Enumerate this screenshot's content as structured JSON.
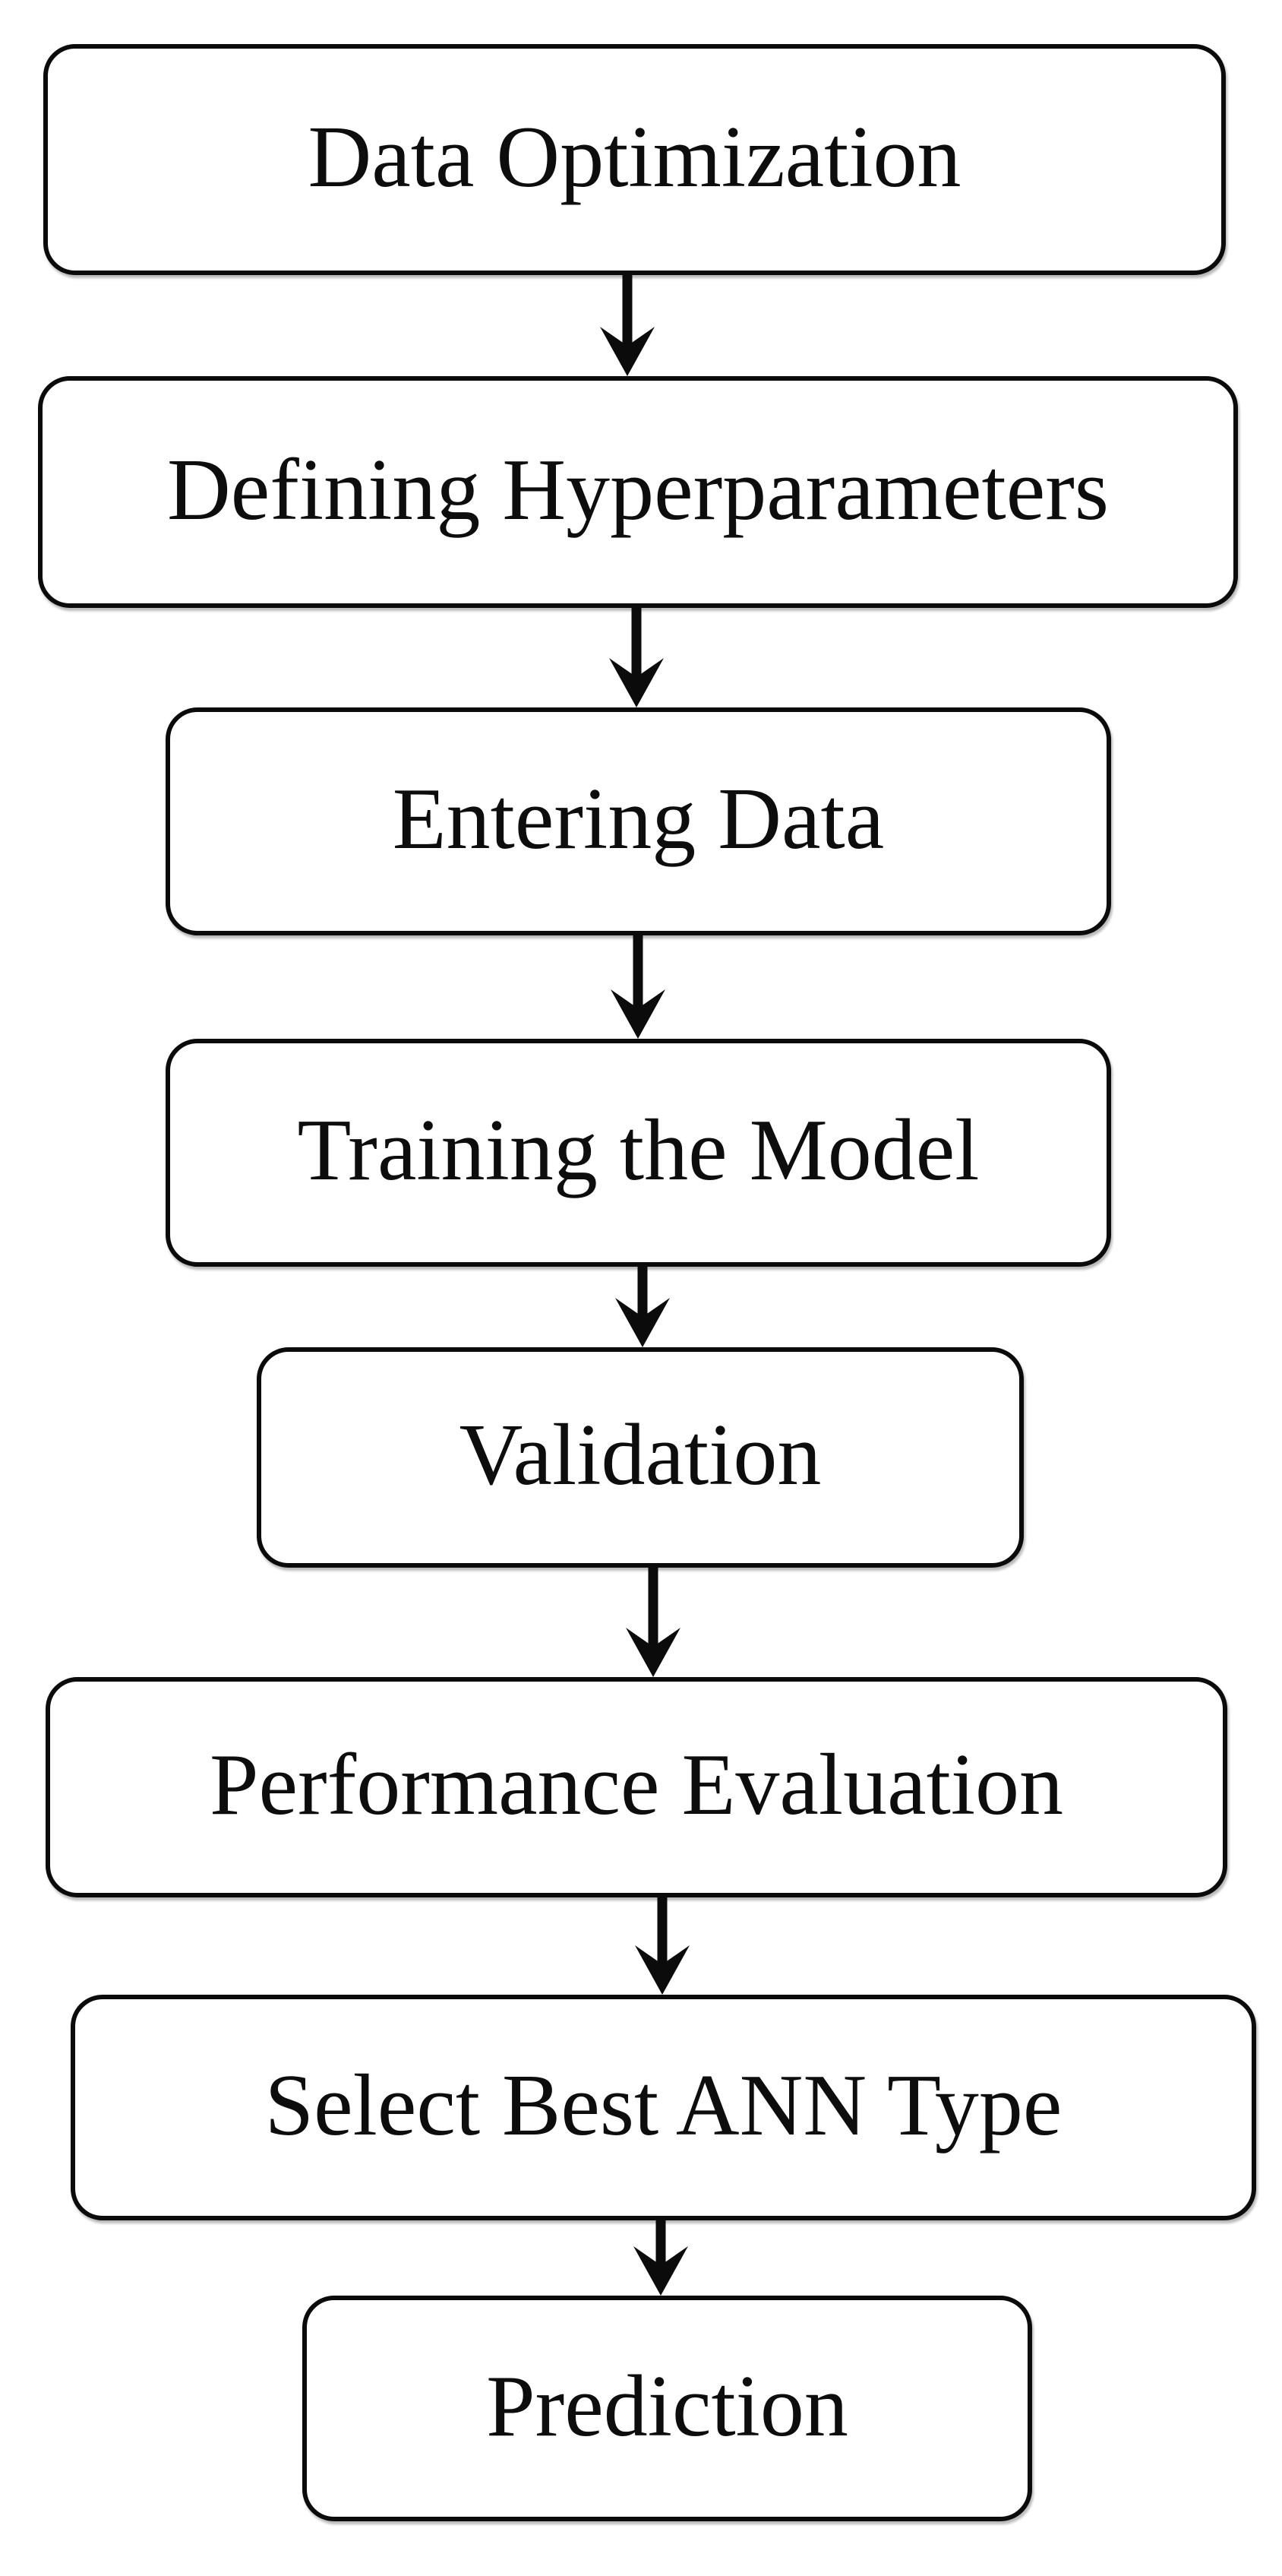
{
  "flowchart": {
    "steps": [
      {
        "label": "Data Optimization"
      },
      {
        "label": "Defining Hyperparameters"
      },
      {
        "label": "Entering Data"
      },
      {
        "label": "Training the Model"
      },
      {
        "label": "Validation"
      },
      {
        "label": "Performance Evaluation"
      },
      {
        "label": "Select Best ANN Type"
      },
      {
        "label": "Prediction"
      }
    ],
    "colors": {
      "background": "#ffffff",
      "box-fill": "#ffffff",
      "box-border": "#0b0b0b",
      "arrow": "#0b0b0b",
      "text": "#0d0d0d"
    }
  }
}
